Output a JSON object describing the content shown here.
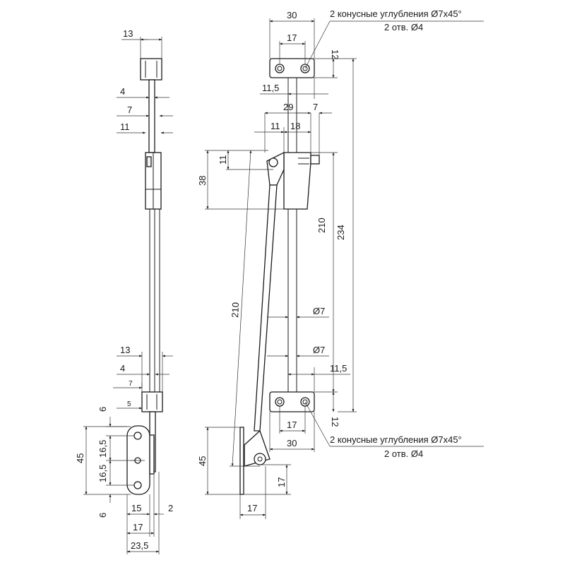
{
  "left_view": {
    "d13_top": "13",
    "d4_top": "4",
    "d7_top": "7",
    "d11": "11",
    "d13_bottom": "13",
    "d4_bottom": "4",
    "d7_bottom": "7",
    "d5": "5",
    "d6_top": "6",
    "d45": "45",
    "d16_5_a": "16,5",
    "d16_5_b": "16,5",
    "d6_bottom": "6",
    "d15": "15",
    "d2": "2",
    "d17": "17",
    "d23_5": "23,5"
  },
  "right_view": {
    "d30_top": "30",
    "d17_top": "17",
    "d12_top": "12",
    "d11_5_top": "11,5",
    "d29": "29",
    "d7": "7",
    "d11": "11",
    "d18": "18",
    "d11_v": "11",
    "d38": "38",
    "d210_arm": "210",
    "d210": "210",
    "d234": "234",
    "dia7_a": "Ø7",
    "dia7_b": "Ø7",
    "d11_5_bottom": "11,5",
    "d12_bottom": "12",
    "d17_bottom": "17",
    "d30_bottom": "30",
    "d45": "45",
    "d17_v": "17",
    "d17_h": "17"
  },
  "notes": {
    "top_line1": "2 конусные углубления Ø7x45°",
    "top_line2": "2 отв. Ø4",
    "bottom_line1": "2 конусные углубления Ø7x45°",
    "bottom_line2": "2 отв. Ø4"
  }
}
